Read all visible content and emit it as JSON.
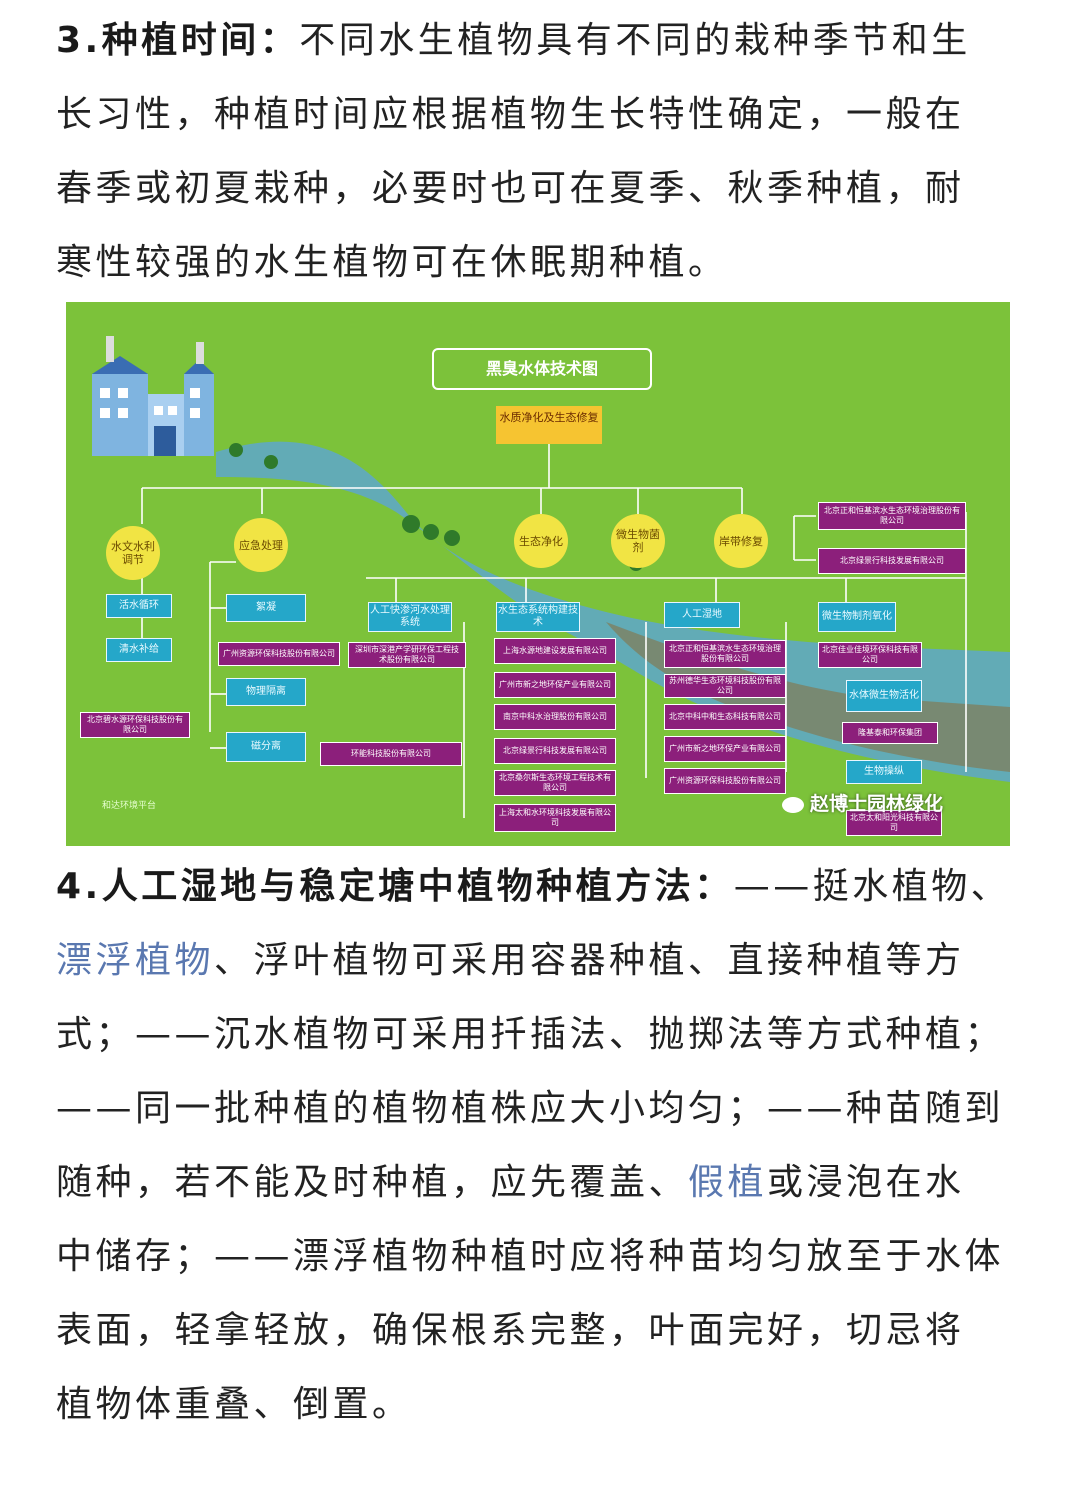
{
  "section3": {
    "heading": "3.种植时间：",
    "line1_rest": "不同水生植物具有不同的栽种季节和生",
    "line2": "长习性，种植时间应根据植物生长特性确定，一般在",
    "line3": "春季或初夏栽种，必要时也可在夏季、秋季种植，耐",
    "line4": "寒性较强的水生植物可在休眠期种植。"
  },
  "figure": {
    "title": "黑臭水体技术图",
    "center": "水质净化及生态修复",
    "circles": [
      "水文水利调节",
      "应急处理",
      "生态净化",
      "微生物菌剂",
      "岸带修复"
    ],
    "categories": [
      "活水循环",
      "清水补给",
      "絮凝",
      "物理隔离",
      "磁分离",
      "人工快渗河水处理系统",
      "水生态系统构建技术",
      "人工湿地",
      "微生物制剂氧化",
      "水体微生物活化",
      "生物操纵"
    ],
    "companies": [
      "北京碧水源环保科技股份有限公司",
      "广州资源环保科技股份有限公司",
      "深圳市深港产学研环保工程技术股份有限公司",
      "环能科技股份有限公司",
      "上海水源地建设发展有限公司",
      "广州市新之地环保产业有限公司",
      "南京中科水治理股份有限公司",
      "北京绿景行科技发展有限公司",
      "北京桑尔斯生态环境工程技术有限公司",
      "上海太和水环境科技发展有限公司",
      "北京正和恒基滨水生态环境治理股份有限公司",
      "苏州德华生态环境科技股份有限公司",
      "北京中科中和生态科技有限公司",
      "广州市新之地环保产业有限公司",
      "广州资源环保科技股份有限公司",
      "北京正和恒基滨水生态环境治理股份有限公司",
      "北京绿景行科技发展有限公司",
      "北京佳业佳境环保科技有限公司",
      "隆基泰和环保集团",
      "北京太和阳光科技有限公司"
    ],
    "logo": "和达环境平台",
    "watermark": "赵博士园林绿化"
  },
  "section4": {
    "heading": "4.人工湿地与稳定塘中植物种植方法：",
    "line1_rest": "——挺水植物、",
    "line2_link": "漂浮植物",
    "line2_rest": "、浮叶植物可采用容器种植、直接种植等方",
    "line3": "式；——沉水植物可采用扦插法、抛掷法等方式种植；",
    "line4": "——同一批种植的植物植株应大小均匀；——种苗随到",
    "line5_a": "随种，若不能及时种植，应先覆盖、",
    "line5_link": "假植",
    "line5_b": "或浸泡在水",
    "line6": "中储存；——漂浮植物种植时应将种苗均匀放至于水体",
    "line7": "表面，轻拿轻放，确保根系完整，叶面完好，切忌将",
    "line8": "植物体重叠、倒置。"
  },
  "colors": {
    "link": "#5a78b0",
    "figure_bg": "#7cc23a",
    "company_box": "#8c1f7b",
    "category_box": "#25a7c9",
    "circle": "#f1e444"
  }
}
